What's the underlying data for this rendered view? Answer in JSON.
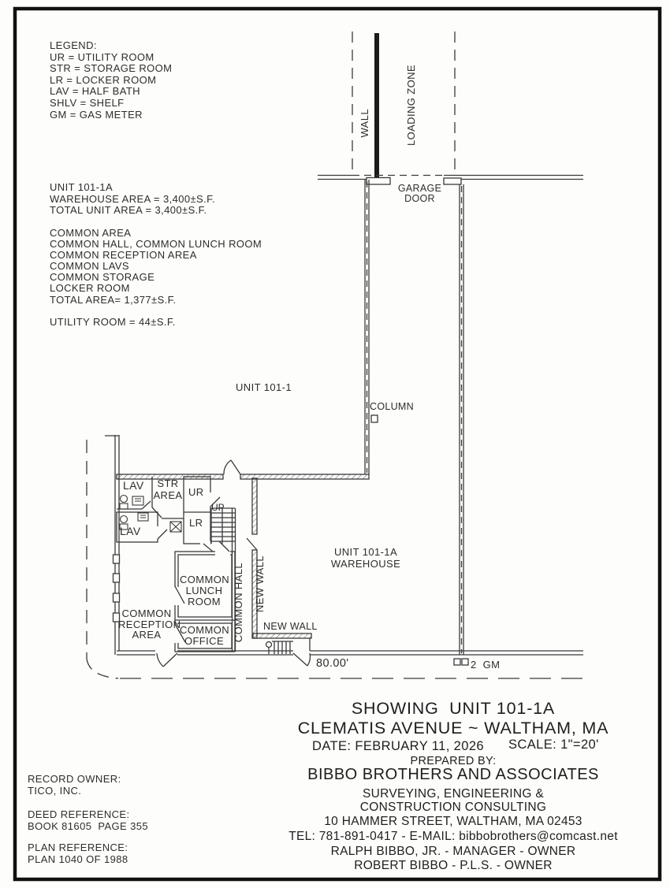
{
  "colors": {
    "ink": "#2d2d2d",
    "line": "#3a3a3a",
    "paper": "#fdfdfb",
    "frame": "#111111"
  },
  "legend": {
    "title": "LEGEND:",
    "items": [
      "UR = UTILITY ROOM",
      "STR = STORAGE ROOM",
      "LR = LOCKER ROOM",
      "LAV = HALF BATH",
      "SHLV = SHELF",
      "GM = GAS METER"
    ]
  },
  "notes": {
    "unit": [
      "UNIT 101-1A",
      "WAREHOUSE AREA = 3,400±S.F.",
      "TOTAL UNIT AREA = 3,400±S.F."
    ],
    "common": [
      "COMMON AREA",
      "COMMON HALL, COMMON LUNCH ROOM",
      "COMMON RECEPTION AREA",
      "COMMON LAVS",
      "COMMON STORAGE",
      "LOCKER ROOM",
      "TOTAL AREA= 1,377±S.F."
    ],
    "utility": "UTILITY ROOM = 44±S.F."
  },
  "plan": {
    "wall": "WALL",
    "loading_zone": "LOADING ZONE",
    "garage": [
      "GARAGE",
      "DOOR"
    ],
    "unit1": "UNIT 101-1",
    "column": "COLUMN",
    "warehouse": [
      "UNIT 101-1A",
      "WAREHOUSE"
    ],
    "lav1": "LAV",
    "str": [
      "STR",
      "AREA"
    ],
    "ur": "UR",
    "up": "UP",
    "lr": "LR",
    "lav2": "LAV",
    "lunch": [
      "COMMON",
      "LUNCH",
      "ROOM"
    ],
    "hall": "COMMON HALL",
    "new_wall_v": "NEW WALL",
    "new_wall_h": "NEW WALL",
    "reception": [
      "COMMON",
      "RECEPTION",
      "AREA"
    ],
    "office": [
      "COMMON",
      "OFFICE"
    ],
    "dimension": "80.00'",
    "gas_meter": "2  GM"
  },
  "title_block": {
    "showing": "SHOWING  UNIT 101-1A",
    "address": "CLEMATIS AVENUE ~ WALTHAM, MA",
    "date": "DATE: FEBRUARY 11, 2026",
    "scale": "SCALE: 1\"=20'",
    "prepared_by": "PREPARED BY:",
    "company": "BIBBO BROTHERS AND ASSOCIATES",
    "services1": "SURVEYING, ENGINEERING &",
    "services2": "CONSTRUCTION CONSULTING",
    "street": "10 HAMMER STREET, WALTHAM, MA 02453",
    "contact": "TEL: 781-891-0417 - E-MAIL: bibbobrothers@comcast.net",
    "owner1": "RALPH BIBBO, JR. - MANAGER - OWNER",
    "owner2": "ROBERT BIBBO - P.L.S. - OWNER"
  },
  "references": {
    "record_owner_label": "RECORD OWNER:",
    "record_owner": "TICO, INC.",
    "deed_label": "DEED REFERENCE:",
    "deed": "BOOK 81605  PAGE 355",
    "plan_label": "PLAN REFERENCE:",
    "plan": "PLAN 1040 OF 1988"
  }
}
